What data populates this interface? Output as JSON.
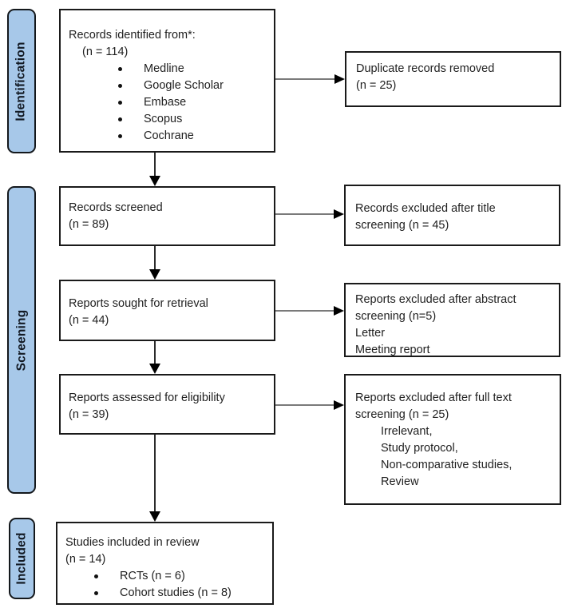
{
  "palette": {
    "stage_fill": "#a7c8e9",
    "stage_border": "#14181c",
    "box_border": "#1a1a1a",
    "box_fill": "#ffffff",
    "arrow_line_horizontal": "#7a7a7a",
    "arrow_line_vertical": "#2b2b2b",
    "arrow_head": "#000000",
    "text": "#1f1f1f"
  },
  "diagram": {
    "stages": [
      {
        "label": "Identification"
      },
      {
        "label": "Screening"
      },
      {
        "label": "Included"
      }
    ],
    "boxes": {
      "records_identified": {
        "title": "Records identified from*:",
        "count": "(n = 114)",
        "bullets": [
          "Medline",
          "Google Scholar",
          "Embase",
          "Scopus",
          "Cochrane"
        ]
      },
      "duplicates_removed": {
        "line1": "Duplicate records removed",
        "line2": "(n = 25)"
      },
      "records_screened": {
        "line1": "Records screened",
        "line2": "(n = 89)"
      },
      "excluded_title": {
        "line1": "Records excluded after title",
        "line2": "screening (n = 45)"
      },
      "reports_sought": {
        "line1": "Reports sought for retrieval",
        "line2": "(n = 44)"
      },
      "excluded_abstract": {
        "line1": "Reports excluded after abstract",
        "line2": "screening (n=5)",
        "items": [
          "Letter",
          "Meeting report"
        ]
      },
      "reports_assessed": {
        "line1": "Reports assessed for eligibility",
        "line2": "(n = 39)"
      },
      "excluded_fulltext": {
        "line1": "Reports excluded after full text",
        "line2": "screening (n = 25)",
        "items": [
          "Irrelevant,",
          "Study protocol,",
          "Non-comparative studies,",
          "Review"
        ]
      },
      "studies_included": {
        "line1": "Studies included in review",
        "line2": "(n = 14)",
        "bullets": [
          "RCTs (n = 6)",
          "Cohort studies (n = 8)"
        ]
      }
    }
  }
}
